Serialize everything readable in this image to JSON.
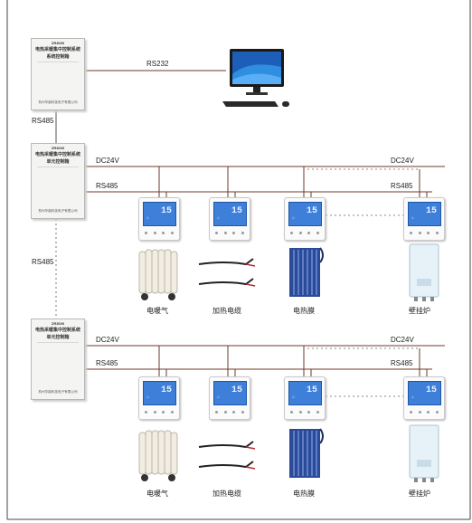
{
  "links": {
    "rs232": "RS232",
    "rs485_vertical_upper": "RS485",
    "rs485_vertical_lower": "RS485"
  },
  "system_cabinet": {
    "model": "ZR3000",
    "title_line1": "电热采暖集中控制系统",
    "title_line2": "系统控制箱",
    "maker": "杭州华能科技电子有限公司"
  },
  "unit_cabinet": {
    "model": "ZR3000",
    "title_line1": "电热采暖集中控制系统",
    "title_line2": "单元控制箱",
    "maker": "杭州华能科技电子有限公司"
  },
  "groups": [
    {
      "dc_left": "DC24V",
      "rs_left": "RS485",
      "dc_right": "DC24V",
      "rs_right": "RS485",
      "devices": [
        "电暖气",
        "加热电缆",
        "电热膜",
        "壁挂炉"
      ]
    },
    {
      "dc_left": "DC24V",
      "rs_left": "RS485",
      "dc_right": "DC24V",
      "rs_right": "RS485",
      "devices": [
        "电暖气",
        "加热电缆",
        "电热膜",
        "壁挂炉"
      ]
    }
  ],
  "thermostat_display": "15",
  "icons": [
    "computer-icon",
    "radiator-icon",
    "heating-cable-icon",
    "heating-film-icon",
    "wall-boiler-icon",
    "thermostat-icon",
    "control-cabinet-icon"
  ]
}
